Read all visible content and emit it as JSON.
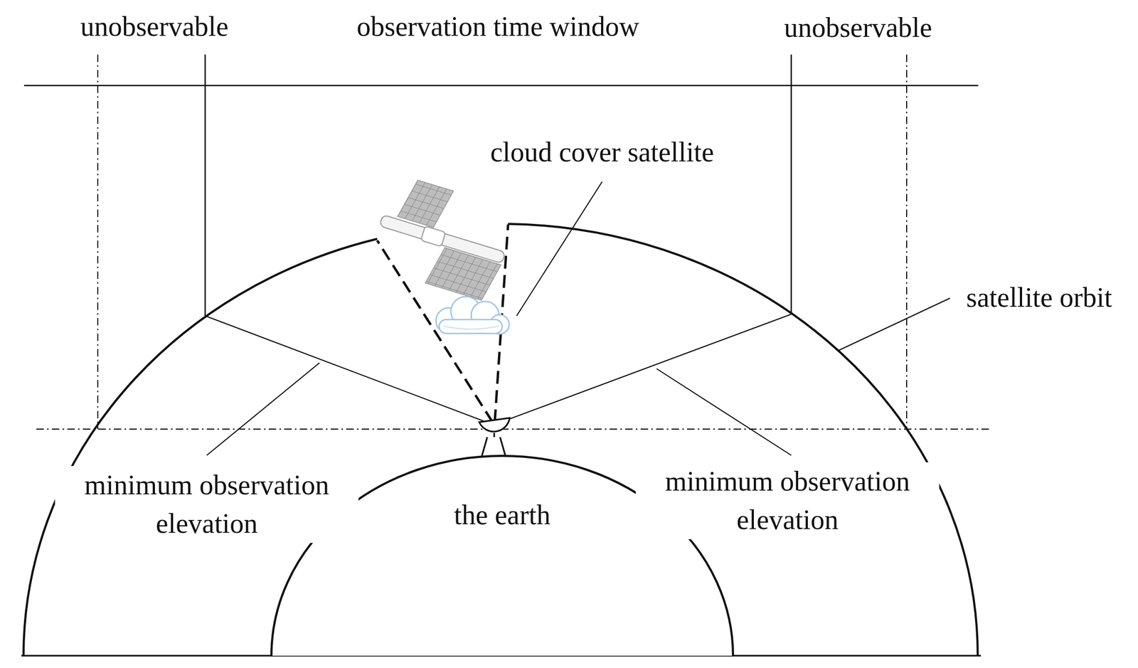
{
  "diagram": {
    "nodes": [
      {
        "text": [
          "the earth"
        ]
      }
    ],
    "labels": [
      "unobservable",
      "observation time window",
      "unobservable",
      "cloud cover satellite",
      "satellite orbit",
      "minimum observation elevation",
      "minimum observation elevation"
    ]
  }
}
